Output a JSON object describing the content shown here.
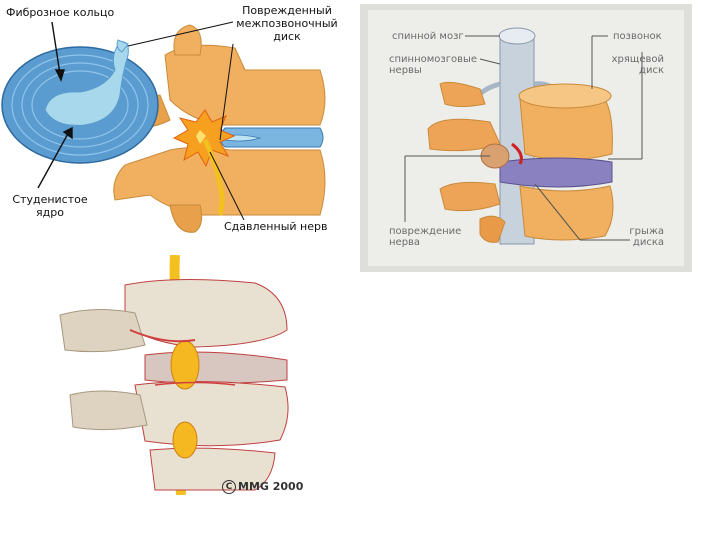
{
  "figure1": {
    "label_annulus": "Фиброзное кольцо",
    "label_damaged_disc_1": "Поврежденный",
    "label_damaged_disc_2": "межпозвоночный",
    "label_damaged_disc_3": "диск",
    "label_nucleus_1": "Студенистое",
    "label_nucleus_2": "ядро",
    "label_compressed_nerve": "Сдавленный нерв"
  },
  "figure2": {
    "label_spinal_cord": "спинной мозг",
    "label_spinal_nerves_1": "спинномозговые",
    "label_spinal_nerves_2": "нервы",
    "label_vertebra": "позвонок",
    "label_cartilage_disc_1": "хрящевой",
    "label_cartilage_disc_2": "диск",
    "label_nerve_damage_1": "повреждение",
    "label_nerve_damage_2": "нерва",
    "label_hernia_1": "грыжа",
    "label_hernia_2": "диска"
  },
  "figure3": {
    "copyright": "MMG 2000",
    "copyright_symbol": "C"
  },
  "colors": {
    "bone": "#f0b060",
    "bone_dark": "#d98a30",
    "disc_blue": "#4a90c8",
    "nucleus": "#a8d8ec",
    "panel_bg": "#ededea",
    "nerve_yellow": "#f4c020"
  }
}
